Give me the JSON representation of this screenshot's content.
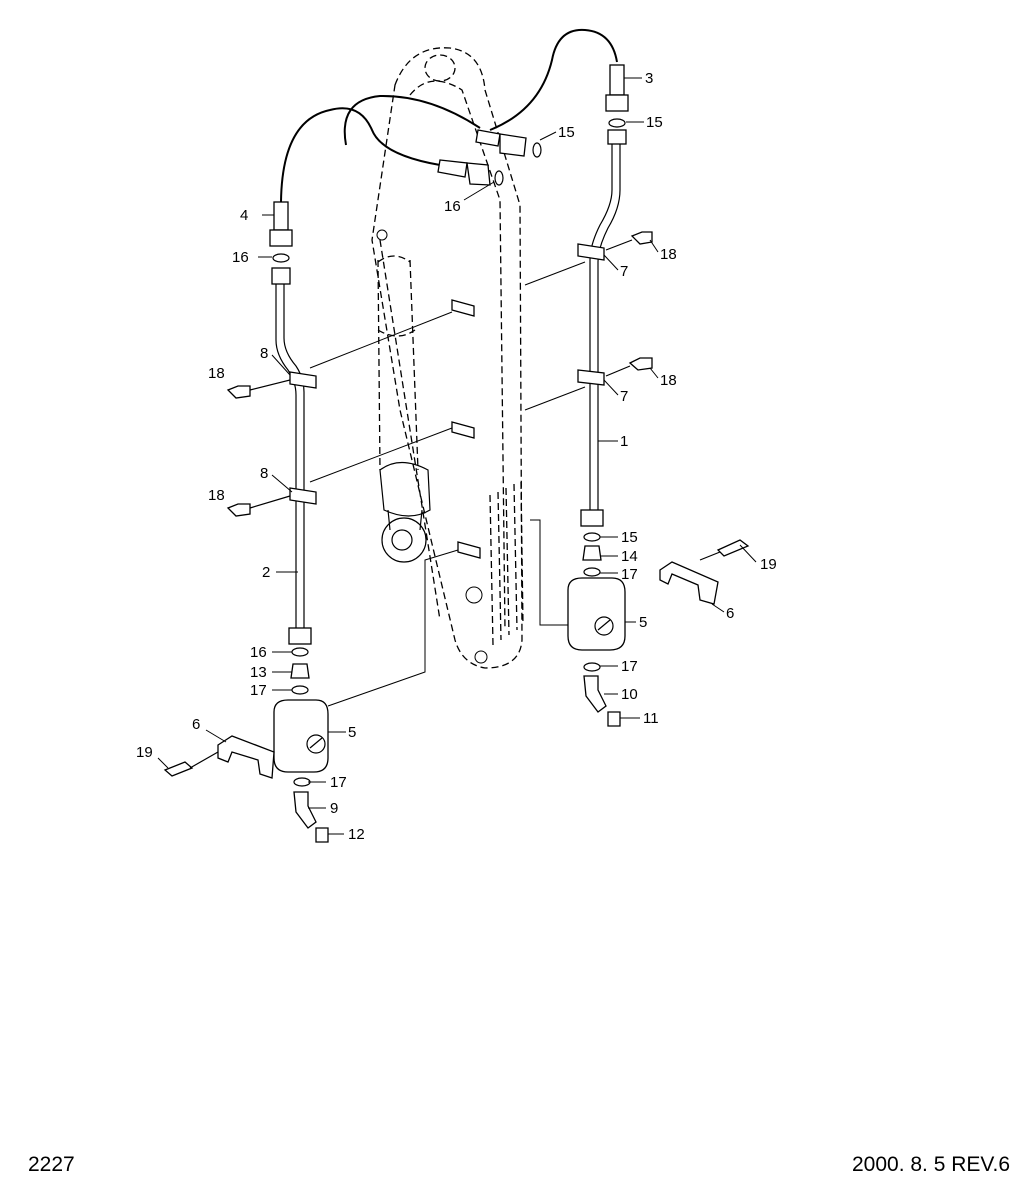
{
  "footer": {
    "page_number": "2227",
    "revision": "2000. 8. 5 REV.6"
  },
  "callouts": {
    "n1": "1",
    "n2": "2",
    "n3": "3",
    "n4": "4",
    "n5": "5",
    "n6": "6",
    "n7": "7",
    "n8": "8",
    "n9": "9",
    "n10": "10",
    "n11": "11",
    "n12": "12",
    "n13": "13",
    "n14": "14",
    "n15": "15",
    "n16": "16",
    "n17": "17",
    "n18": "18",
    "n19": "19"
  }
}
